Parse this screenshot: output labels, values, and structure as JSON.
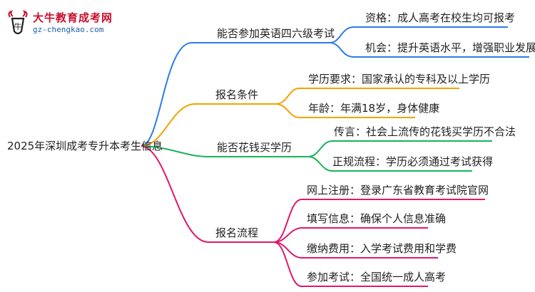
{
  "logo": {
    "title": "大牛教育成考网",
    "url": "gz-chengkao.com"
  },
  "root": {
    "label": "2025年深圳成考专升本考生信息"
  },
  "colors": {
    "branch1": "#2b7de9",
    "branch2": "#f0a500",
    "branch3": "#19b35a",
    "branch4": "#e0186c",
    "logo_red": "#c8102e",
    "logo_blue": "#1a5fa8"
  },
  "branches": [
    {
      "label": "能否参加英语四六级考试",
      "color": "branch1",
      "children": [
        "资格：成人高考在校生均可报考",
        "机会：提升英语水平，增强职业发展基础"
      ]
    },
    {
      "label": "报名条件",
      "color": "branch2",
      "children": [
        "学历要求：国家承认的专科及以上学历",
        "年龄：年满18岁，身体健康"
      ]
    },
    {
      "label": "能否花钱买学历",
      "color": "branch3",
      "children": [
        "传言：社会上流传的花钱买学历不合法",
        "正规流程：学历必须通过考试获得"
      ]
    },
    {
      "label": "报名流程",
      "color": "branch4",
      "children": [
        "网上注册：登录广东省教育考试院官网",
        "填写信息：确保个人信息准确",
        "缴纳费用：入学考试费用和学费",
        "参加考试：全国统一成人高考"
      ]
    }
  ]
}
